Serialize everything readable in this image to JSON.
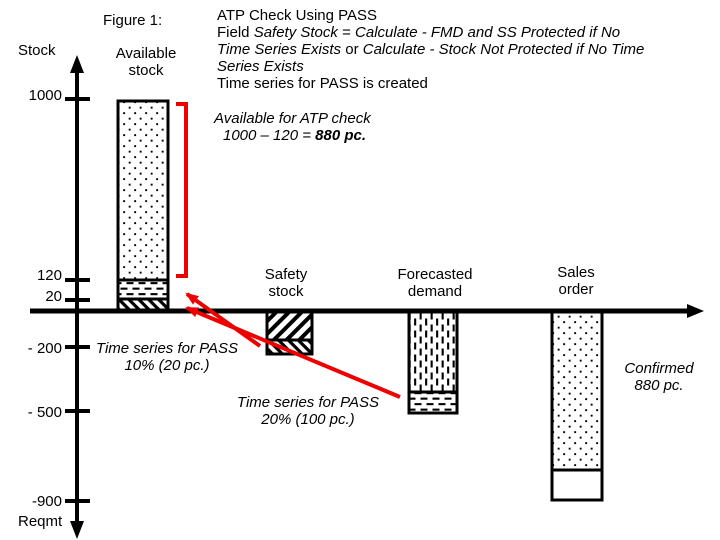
{
  "figure_label": "Figure 1:",
  "colors": {
    "ink": "#000000",
    "accent_red": "#ee0000",
    "background": "#ffffff"
  },
  "header": {
    "lines": [
      [
        {
          "t": "ATP Check Using PASS"
        }
      ],
      [
        {
          "t": "Field "
        },
        {
          "t": "Safety Stock",
          "i": true
        },
        {
          "t": " = "
        },
        {
          "t": "Calculate - FMD and SS Protected if No",
          "i": true
        }
      ],
      [
        {
          "t": "Time Series Exists",
          "i": true
        },
        {
          "t": " or "
        },
        {
          "t": "Calculate - Stock Not Protected if No Time",
          "i": true
        }
      ],
      [
        {
          "t": "Series Exists",
          "i": true
        }
      ],
      [
        {
          "t": "Time series for PASS is created"
        }
      ]
    ]
  },
  "atp_note": {
    "lines": [
      [
        {
          "t": "Available for ATP check",
          "i": true
        }
      ],
      [
        {
          "t": "1000 – 120 = ",
          "i": true
        },
        {
          "t": "880 pc.",
          "i": true,
          "b": true
        }
      ]
    ]
  },
  "axis": {
    "y_label_top": "Stock",
    "y_label_bottom": "Reqmt",
    "ticks": [
      {
        "label": "1000",
        "value": 1000
      },
      {
        "label": "120",
        "value": 120
      },
      {
        "label": "20",
        "value": 20
      },
      {
        "label": "- 200",
        "value": -200
      },
      {
        "label": "- 500",
        "value": -500
      },
      {
        "label": "-900",
        "value": -900
      }
    ]
  },
  "columns": {
    "available": {
      "label": "Available\nstock"
    },
    "safety": {
      "label": "Safety\nstock"
    },
    "forecast": {
      "label": "Forecasted\ndemand"
    },
    "sales": {
      "label": "Sales\norder"
    }
  },
  "annotations": {
    "ts10": "Time series for PASS\n10% (20 pc.)",
    "ts20": "Time series for PASS\n20% (100 pc.)",
    "confirmed": "Confirmed\n880 pc."
  },
  "chart_data": {
    "type": "bar",
    "title": "ATP Check Using PASS",
    "ylabel_top": "Stock",
    "ylabel_bottom": "Reqmt",
    "yticks": [
      1000,
      120,
      20,
      -200,
      -500,
      -900
    ],
    "ylim": [
      -1000,
      1100
    ],
    "grid": false,
    "series": [
      {
        "name": "Available stock",
        "segments": [
          {
            "from": 120,
            "to": 1000,
            "qty": 880,
            "fill": "dots"
          },
          {
            "from": 20,
            "to": 120,
            "qty": 100,
            "fill": "dash-horizontal"
          },
          {
            "from": 0,
            "to": 20,
            "qty": 20,
            "fill": "hatch-down"
          }
        ]
      },
      {
        "name": "Safety stock",
        "segments": [
          {
            "from": -175,
            "to": 0,
            "fill": "hatch-up"
          },
          {
            "from": -200,
            "to": -175,
            "qty": 20,
            "fill": "hatch-down"
          }
        ]
      },
      {
        "name": "Forecasted demand",
        "segments": [
          {
            "from": -400,
            "to": 0,
            "fill": "dash-vertical"
          },
          {
            "from": -500,
            "to": -400,
            "qty": 100,
            "fill": "dash-horizontal"
          }
        ]
      },
      {
        "name": "Sales order",
        "segments": [
          {
            "from": -880,
            "to": 0,
            "qty": 880,
            "fill": "dots"
          },
          {
            "from": -900,
            "to": -880,
            "qty": 20,
            "fill": "plain"
          }
        ]
      }
    ],
    "annotations": [
      "Available for ATP check 1000 – 120 = 880 pc.",
      "Time series for PASS 10% (20 pc.)",
      "Time series for PASS 20% (100 pc.)",
      "Confirmed 880 pc."
    ]
  }
}
